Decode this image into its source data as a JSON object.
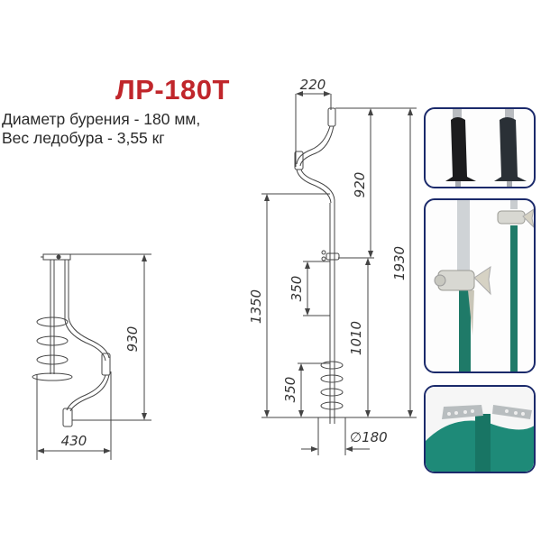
{
  "product": {
    "model": "ЛР-180Т",
    "specs": [
      "Диаметр бурения - 180 мм,",
      "Вес ледобура - 3,55 кг"
    ]
  },
  "dimensions": {
    "folded_height": "930",
    "folded_width": "430",
    "handle_offset": "220",
    "upper_section": "920",
    "total_length": "1930",
    "overall_lower": "1350",
    "telescopic_extension": "350",
    "lower_section": "1010",
    "auger_height": "350",
    "drill_diameter": "∅180"
  },
  "photos": [
    {
      "name": "handle-grips-photo"
    },
    {
      "name": "telescopic-clamp-photo"
    },
    {
      "name": "cutting-blades-photo"
    }
  ],
  "colors": {
    "title": "#c0262b",
    "frame": "#1b2a6b",
    "auger_green": "#1f7a68",
    "line": "#444444"
  }
}
